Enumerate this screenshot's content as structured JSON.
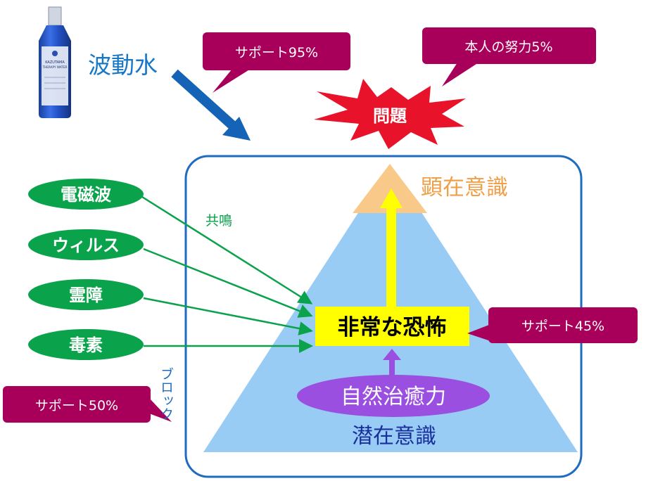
{
  "product": {
    "brand_line1": "KAZUTAMA",
    "brand_line2": "THERAPY WATER"
  },
  "title": "波動水",
  "callouts": {
    "support95": "サポート95%",
    "effort5": "本人の努力5%",
    "support45": "サポート45%",
    "support50": "サポート50%"
  },
  "burst_label": "問題",
  "box_label": "共鳴",
  "block_label": "ブロック",
  "pyramid": {
    "top_label": "顕在意識",
    "bottom_label": "潜在意識",
    "fear_label": "非常な恐怖",
    "healing_label": "自然治癒力"
  },
  "factors": [
    "電磁波",
    "ウィルス",
    "霊障",
    "毒素"
  ],
  "colors": {
    "callout": "#a8005a",
    "box": "#1e6bbf",
    "pyramid": "#99ccf4",
    "top": "#f9c98a",
    "fear": "#ffff00",
    "healing": "#9b4fe0",
    "factor": "#0aa24a",
    "burst": "#e8132a",
    "title": "#1878c8"
  }
}
